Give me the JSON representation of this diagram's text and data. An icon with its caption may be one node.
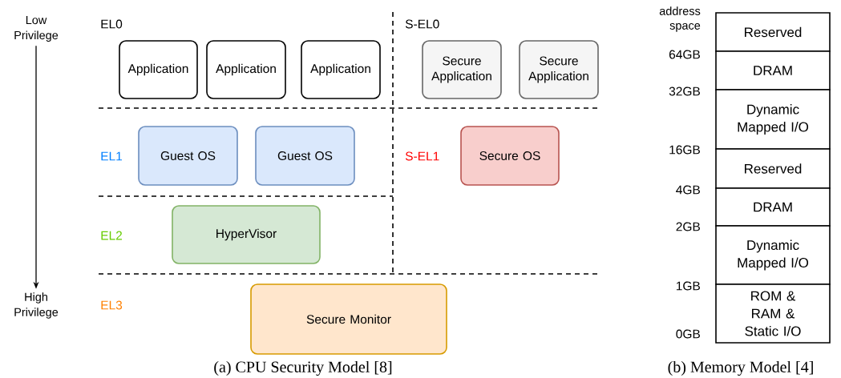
{
  "diagram": {
    "nodes": [
      {
        "text": [
          "Low Privilege"
        ]
      },
      {
        "text": [
          "Application"
        ]
      },
      {
        "text": [
          "Application"
        ]
      },
      {
        "text": [
          "Application"
        ]
      },
      {
        "text": [
          "Secure Application"
        ]
      },
      {
        "text": [
          "Secure Application"
        ]
      },
      {
        "text": [
          "Guest OS"
        ]
      },
      {
        "text": [
          "Guest OS"
        ]
      },
      {
        "text": [
          "Secure OS"
        ]
      },
      {
        "text": [
          "HyperVisor"
        ]
      },
      {
        "text": [
          "High Privilege"
        ]
      },
      {
        "text": [
          "Secure Monitor"
        ]
      },
      {
        "text": [
          "Reserved"
        ]
      },
      {
        "text": [
          "DRAM"
        ]
      },
      {
        "text": [
          "Dynamic Mapped I/O"
        ]
      },
      {
        "text": [
          "Reserved"
        ]
      },
      {
        "text": [
          "DRAM"
        ]
      },
      {
        "text": [
          "Dynamic Mapped I/O"
        ]
      },
      {
        "text": [
          "ROM & RAM & Static I/O"
        ]
      }
    ],
    "edges": [
      {
        "from": 0,
        "to": 10,
        "arrow": "to"
      }
    ],
    "labels": [
      "EL0",
      "S-EL0",
      "EL1",
      "S-EL1",
      "EL2",
      "EL3",
      "address space",
      "64GB",
      "32GB",
      "16GB",
      "4GB",
      "2GB",
      "1GB",
      "0GB",
      "(a) CPU Security Model [8]",
      "(b) Memory Model [4]"
    ]
  }
}
